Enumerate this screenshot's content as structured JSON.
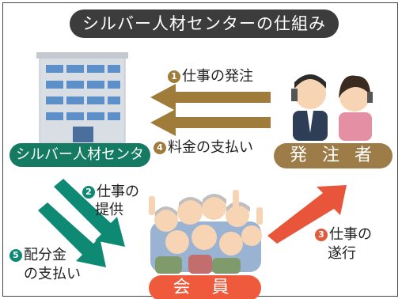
{
  "title": "シルバー人材センターの仕組み",
  "nodes": {
    "center": "シルバー人材センター",
    "client": "発 注 者",
    "members": "会 員"
  },
  "flows": [
    {
      "num": "1",
      "text": "仕事の発注"
    },
    {
      "num": "2",
      "text_line1": "仕事の",
      "text_line2": "提供"
    },
    {
      "num": "3",
      "text_line1": "仕事の",
      "text_line2": "遂行"
    },
    {
      "num": "4",
      "text": "料金の支払い"
    },
    {
      "num": "5",
      "text_line1": "配分金",
      "text_line2": "の支払い"
    }
  ],
  "colors": {
    "title_bg": "#3c3c3c",
    "center": "#147a62",
    "client": "#9d7c48",
    "members": "#ef5a3c",
    "arrow_brown": "#a07c3a",
    "arrow_green": "#0e8a74",
    "arrow_red": "#e8553a"
  }
}
